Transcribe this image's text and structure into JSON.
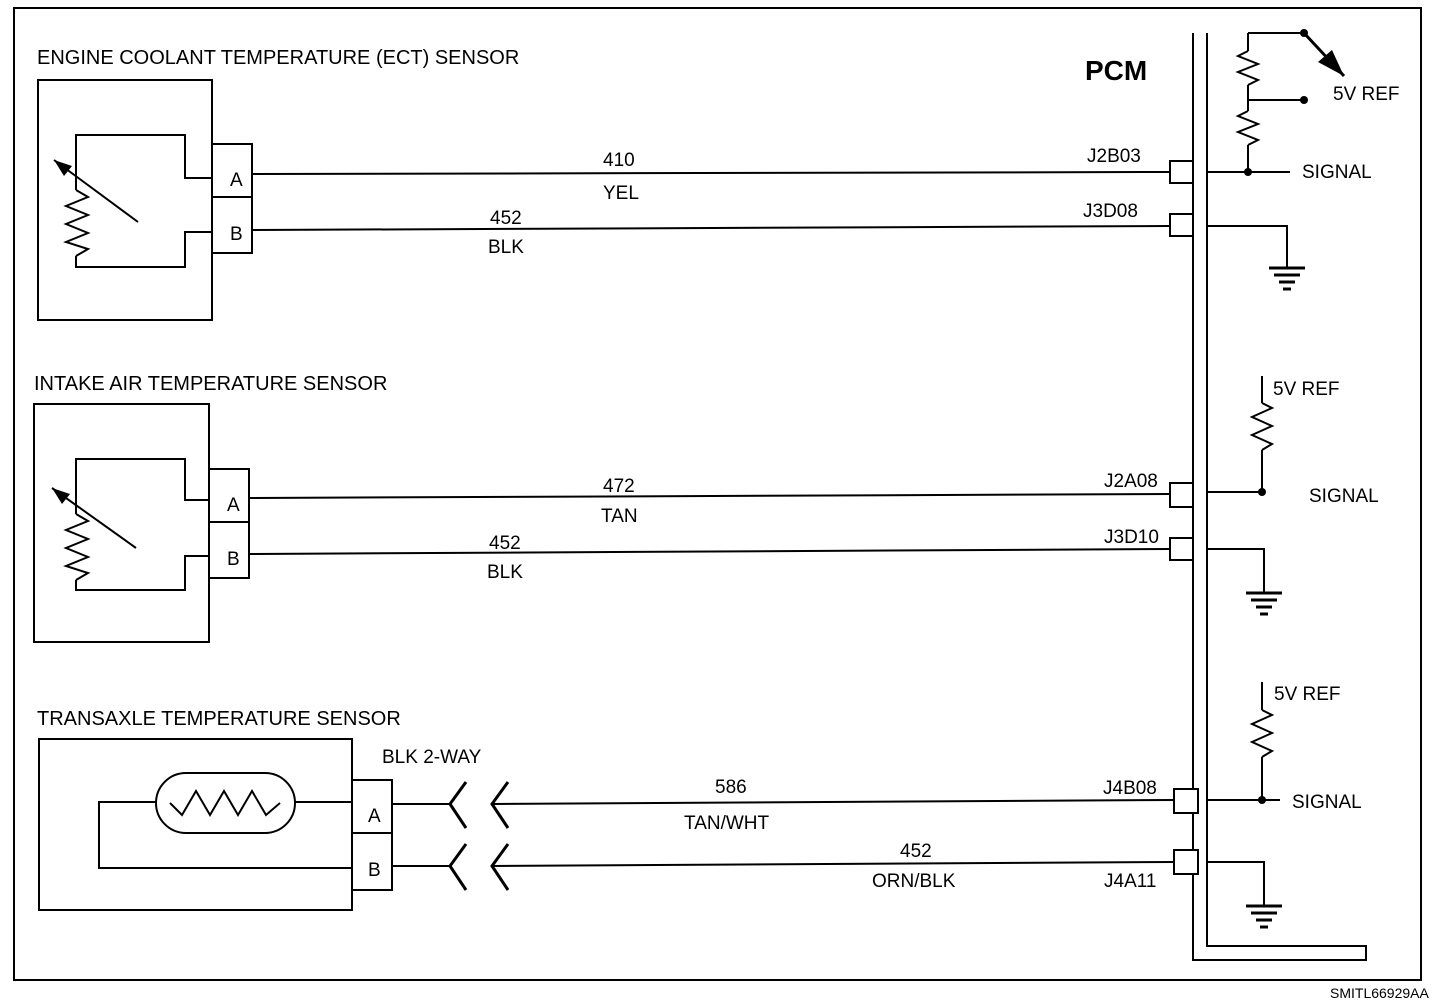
{
  "pcm": {
    "title": "PCM"
  },
  "ect": {
    "title": "ENGINE COOLANT TEMPERATURE (ECT) SENSOR",
    "pin_a": "A",
    "pin_b": "B",
    "wire_a": {
      "circuit": "410",
      "color": "YEL",
      "connector": "J2B03"
    },
    "wire_b": {
      "circuit": "452",
      "color": "BLK",
      "connector": "J3D08"
    },
    "ref_label": "5V REF",
    "signal_label": "SIGNAL"
  },
  "iat": {
    "title": "INTAKE AIR TEMPERATURE SENSOR",
    "pin_a": "A",
    "pin_b": "B",
    "wire_a": {
      "circuit": "472",
      "color": "TAN",
      "connector": "J2A08"
    },
    "wire_b": {
      "circuit": "452",
      "color": "BLK",
      "connector": "J3D10"
    },
    "ref_label": "5V REF",
    "signal_label": "SIGNAL"
  },
  "tt": {
    "title": "TRANSAXLE TEMPERATURE SENSOR",
    "inline_connector": "BLK  2-WAY",
    "pin_a": "A",
    "pin_b": "B",
    "wire_a": {
      "circuit": "586",
      "color": "TAN/WHT",
      "connector": "J4B08"
    },
    "wire_b": {
      "circuit": "452",
      "color": "ORN/BLK",
      "connector": "J4A11"
    },
    "ref_label": "5V REF",
    "signal_label": "SIGNAL"
  },
  "figure_code": "SMITL66929AA"
}
